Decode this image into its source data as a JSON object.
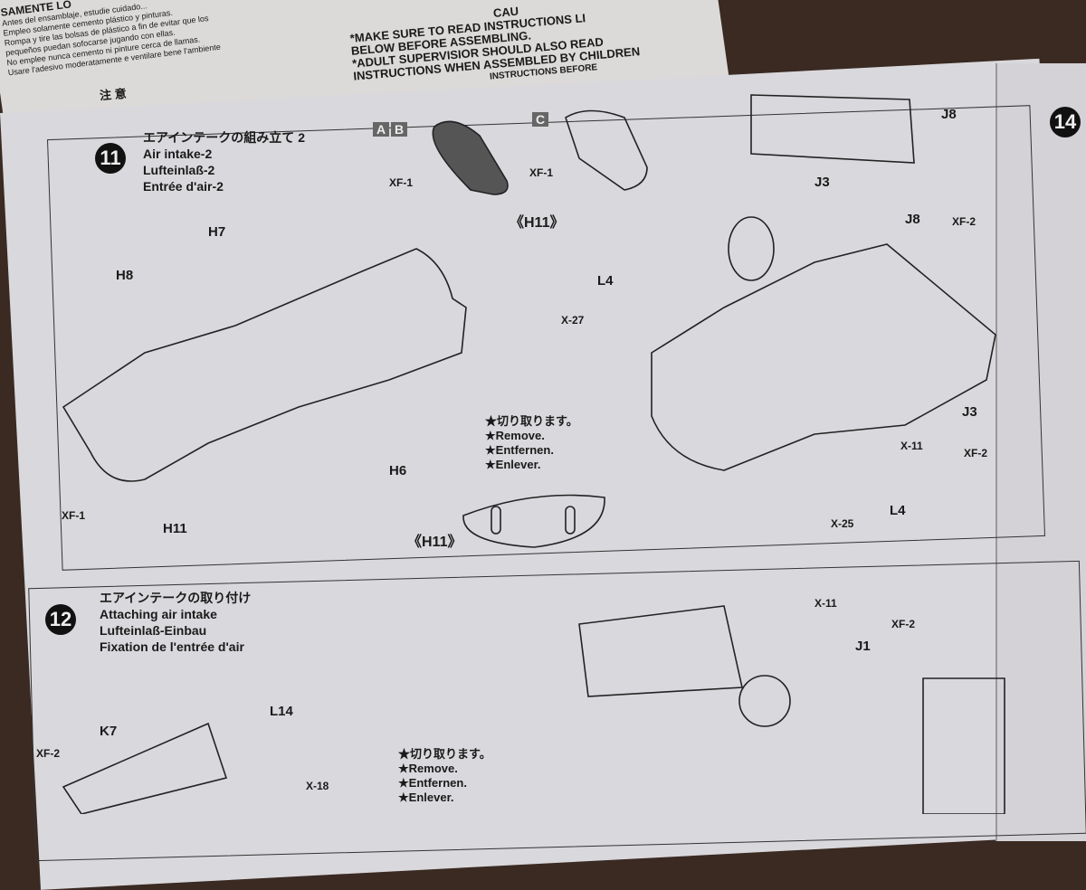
{
  "back_sheet": {
    "spanish_heading": "SAMENTE LO",
    "spanish_lines": [
      "Antes del ensamblaje, estudie cuidado...",
      "Empleo solamente cemento plástico y pinturas.",
      "Rompa y tire las bolsas de plástico a fin de evitar que los",
      "pequeños puedan sofocarse jugando con ellas.",
      "No emplee nunca cemento ni pinture cerca de llamas.",
      "Usare l'adesivo moderatamente e ventilare bene l'ambiente"
    ],
    "jp_caution": "注 意",
    "caution_heading": "CAU",
    "caution_lines": [
      "*MAKE SURE TO READ INSTRUCTIONS LI",
      "BELOW BEFORE ASSEMBLING.",
      "*ADULT SUPERVISIOR SHOULD ALSO READ",
      "INSTRUCTIONS WHEN ASSEMBLED BY CHILDREN",
      "INSTRUCTIONS BEFORE"
    ]
  },
  "step11": {
    "number": "11",
    "title_jp": "エアインテークの組み立て 2",
    "title_en": "Air intake-2",
    "title_de": "Lufteinlaß-2",
    "title_fr": "Entrée d'air-2",
    "variants_ab": [
      "A",
      "B"
    ],
    "variant_c": "C",
    "part_h11_caption": "《H11》",
    "labels": [
      "H7",
      "H8",
      "H6",
      "H11",
      "L4",
      "L4",
      "J8",
      "J8",
      "J3",
      "J3"
    ],
    "paints": [
      "XF-1",
      "XF-1",
      "XF-1",
      "X-27",
      "XF-2",
      "X-11",
      "XF-2",
      "X-25"
    ],
    "remove_note": [
      "★切り取ります。",
      "★Remove.",
      "★Entfernen.",
      "★Enlever."
    ],
    "h11_detail_caption": "《H11》"
  },
  "step12": {
    "number": "12",
    "title_jp": "エアインテークの取り付け",
    "title_en": "Attaching air intake",
    "title_de": "Lufteinlaß-Einbau",
    "title_fr": "Fixation de l'entrée d'air",
    "labels": [
      "L14",
      "K7",
      "J1"
    ],
    "paints": [
      "XF-2",
      "X-18",
      "X-11",
      "XF-2"
    ],
    "remove_note": [
      "★切り取ります。",
      "★Remove.",
      "★Entfernen.",
      "★Enlever."
    ]
  },
  "step14": {
    "number": "14"
  }
}
